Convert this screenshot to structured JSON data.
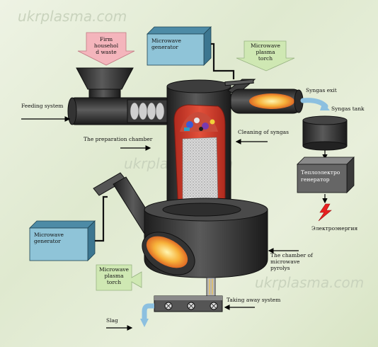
{
  "watermark": "ukrplasma.com",
  "labels": {
    "firm_waste_l1": "Firm",
    "firm_waste_l2": "househol",
    "firm_waste_l3": "d waste",
    "microwave_top_l1": "Microwave",
    "microwave_top_l2": "generator",
    "plasma_top_l1": "Microwave",
    "plasma_top_l2": "plasma",
    "plasma_top_l3": "torch",
    "syngas_exit": "Syngas exit",
    "syngas_tank": "Syngas tank",
    "feeding_system": "Feeding system",
    "preparation_chamber": "The preparation chamber",
    "cleaning_syngas": "Cleaning of syngas",
    "thermal_gen_l1": "Теплоэлектро",
    "thermal_gen_l2": "генератор",
    "electricity": "Электроэнергия",
    "microwave_left_l1": "Microwave",
    "microwave_left_l2": "generator",
    "plasma_left_l1": "Microwave",
    "plasma_left_l2": "plasma",
    "plasma_left_l3": "torch",
    "pyrolysis_l1": "The chamber of",
    "pyrolysis_l2": "microwave",
    "pyrolysis_l3": "pyrolys",
    "taking_away": "Taking away system",
    "slag": "Slag"
  },
  "colors": {
    "metal_dark": "#2a2a2a",
    "metal_mid": "#4a4a4a",
    "generator_face": "#8fc4d8",
    "label_box": "#b9dba0",
    "flame": "#f2a93a",
    "refractory": "#d23a2a",
    "arrow_pink": "#f4b5bc",
    "arrow_green": "#cfe8b3",
    "pipe_blue": "#8cc0e0",
    "lightning": "#e82020"
  }
}
